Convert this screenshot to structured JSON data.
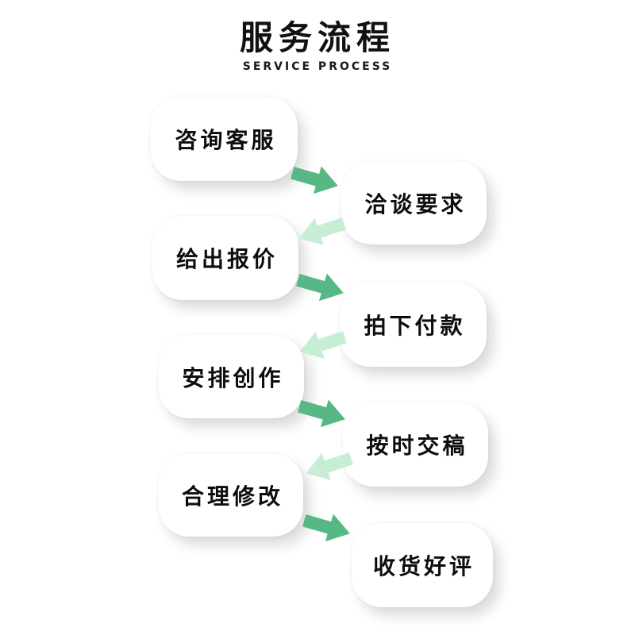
{
  "header": {
    "title": "服务流程",
    "subtitle": "SERVICE PROCESS"
  },
  "steps": [
    {
      "label": "咨询客服",
      "side": "left"
    },
    {
      "label": "洽谈要求",
      "side": "right"
    },
    {
      "label": "给出报价",
      "side": "left"
    },
    {
      "label": "拍下付款",
      "side": "right"
    },
    {
      "label": "安排创作",
      "side": "left"
    },
    {
      "label": "按时交稿",
      "side": "right"
    },
    {
      "label": "合理修改",
      "side": "left"
    },
    {
      "label": "收货好评",
      "side": "right"
    }
  ],
  "flow": {
    "arrows": [
      {
        "from": "咨询客服",
        "to": "洽谈要求",
        "direction": "right-down",
        "style": "dark"
      },
      {
        "from": "洽谈要求",
        "to": "给出报价",
        "direction": "left-down",
        "style": "light"
      },
      {
        "from": "给出报价",
        "to": "拍下付款",
        "direction": "right-down",
        "style": "dark"
      },
      {
        "from": "拍下付款",
        "to": "安排创作",
        "direction": "left-down",
        "style": "light"
      },
      {
        "from": "安排创作",
        "to": "按时交稿",
        "direction": "right-down",
        "style": "dark"
      },
      {
        "from": "按时交稿",
        "to": "合理修改",
        "direction": "left-down",
        "style": "light"
      },
      {
        "from": "合理修改",
        "to": "收货好评",
        "direction": "right-down",
        "style": "dark"
      }
    ]
  },
  "colors": {
    "arrow_dark": "#57b886",
    "arrow_light": "#c7edd5",
    "text": "#111111",
    "box_background": "#ffffff",
    "page_background": "#ffffff"
  }
}
